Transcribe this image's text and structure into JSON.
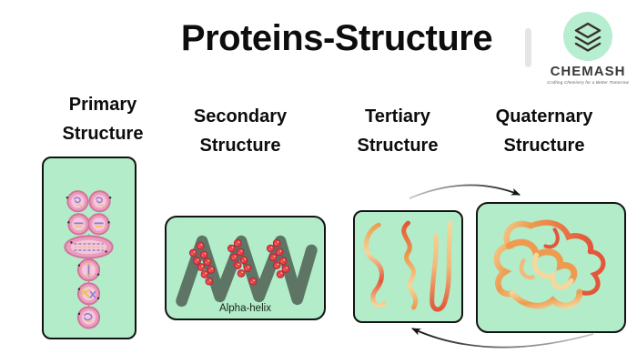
{
  "title": "Proteins-Structure",
  "logo": {
    "name": "CHEMASH",
    "tagline": "Crafting Chemistry for a Better Tomorrow",
    "icon": "layers-stack-icon"
  },
  "columns": [
    {
      "id": "primary",
      "line1": "Primary",
      "line2": "Structure"
    },
    {
      "id": "secondary",
      "line1": "Secondary",
      "line2": "Structure"
    },
    {
      "id": "tertiary",
      "line1": "Tertiary",
      "line2": "Structure"
    },
    {
      "id": "quaternary",
      "line1": "Quaternary",
      "line2": "Structure"
    }
  ],
  "panels": {
    "secondary": {
      "caption": "Alpha-helix"
    }
  },
  "colors": {
    "background": "#ffffff",
    "panel_fill": "#b2ecc8",
    "panel_border": "#131313",
    "heading_text": "#0d0d0d",
    "zigzag": "#5e7566",
    "dot_red": "#e73e4e",
    "bead_pink": "#ec9dbd",
    "bead_rim": "#d1759c",
    "ribbon_cream": "#f6d79d",
    "ribbon_orange": "#ee9b4f",
    "ribbon_red_orange": "#e4563a",
    "logo_circle": "#b7edd0",
    "arrow": "#141414"
  }
}
